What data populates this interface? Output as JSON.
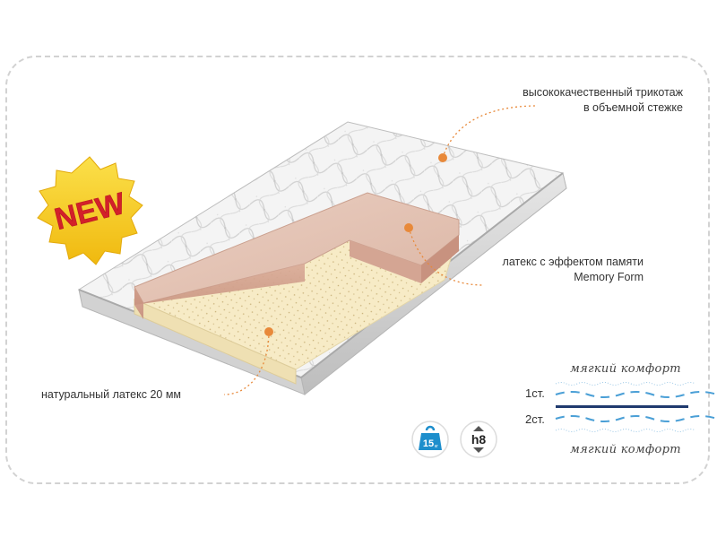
{
  "badge": {
    "text": "NEW"
  },
  "callouts": {
    "cover": {
      "line1": "высококачественный трикотаж",
      "line2": "в объемной стежке"
    },
    "memory": {
      "line1": "латекс с эффектом памяти",
      "line2": "Memory Form"
    },
    "latex": {
      "text": "натуральный латекс 20 мм"
    }
  },
  "icons": {
    "weight": {
      "name": "weight-icon",
      "value": "15",
      "unit": "кг"
    },
    "height": {
      "name": "height-icon",
      "value": "h8"
    }
  },
  "scheme": {
    "top_label": "мягкий комфорт",
    "bottom_label": "мягкий комфорт",
    "side1": "1ст.",
    "side2": "2ст."
  },
  "colors": {
    "accent_orange": "#e8893a",
    "badge_yellow": "#f6c61a",
    "badge_red": "#d3202a",
    "icon_blue": "#1d8ecc",
    "core_navy": "#1f3a6e",
    "wave_blue": "#4a9fd6"
  }
}
